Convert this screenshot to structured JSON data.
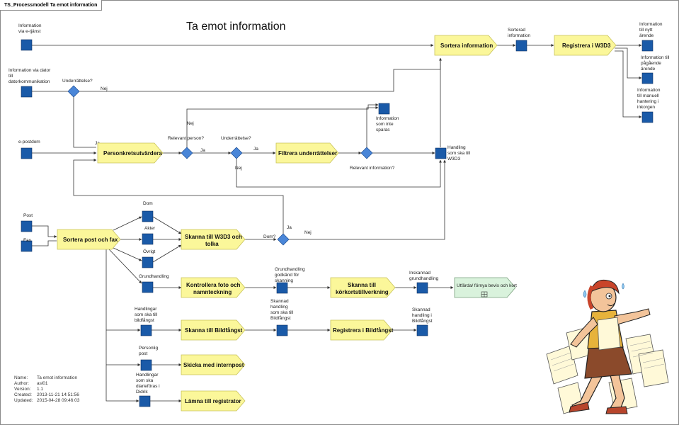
{
  "diagram": {
    "tab_label": "TS_Processmodell Ta emot information",
    "title": "Ta emot information"
  },
  "activities": {
    "sortera_information": "Sortera information",
    "registrera_w3d3": "Registrera i W3D3",
    "personkrets": "Personkretsutvärdera",
    "filtrera": "Filtrera underrättelser",
    "sortera_post": "Sortera post och fax",
    "skanna_w3d3_l1": "Skanna till W3D3 och",
    "skanna_w3d3_l2": "tolka",
    "kontrollera_l1": "Kontrollera foto och",
    "kontrollera_l2": "namnteckning",
    "skanna_korkort_l1": "Skanna till",
    "skanna_korkort_l2": "körkortstillverkning",
    "utfarda": "Utfärda/ förnya bevis och kort",
    "skanna_bildfangst": "Skanna till Bildfångst",
    "registrera_bildfangst": "Registrera i Bildfångst",
    "skicka_internpost": "Skicka med internpost",
    "lamna_registrator": "Lämna till registrator"
  },
  "objects": {
    "info_eTjanst": [
      "Information",
      "via e-tjänst"
    ],
    "info_dator": [
      "Information via dator",
      "till",
      "datorkommunikation"
    ],
    "e_postdom": [
      "e-postdom"
    ],
    "sorterad_info": [
      "Sorterad",
      "information"
    ],
    "info_nytt": [
      "Information",
      "till nytt",
      "ärende"
    ],
    "info_pagaende": [
      "Information till",
      "pågående",
      "ärende"
    ],
    "info_manuell": [
      "Information",
      "till manuell",
      "hantering i",
      "inkorgen"
    ],
    "info_inte_sparas": [
      "Information",
      "som inte",
      "sparas"
    ],
    "handling_w3d3": [
      "Handling",
      "som ska till",
      "W3D3"
    ],
    "post": [
      "Post"
    ],
    "fax": [
      "Fax"
    ],
    "dom": [
      "Dom"
    ],
    "akter": [
      "Akter"
    ],
    "ovrigt": [
      "Övrigt"
    ],
    "grundhandling": [
      "Grundhandling"
    ],
    "grundhandling_godkand": [
      "Grundhandling",
      "godkänd för",
      "skanning"
    ],
    "inskannad": [
      "Inskannad",
      "grundhandling"
    ],
    "handlingar_bildfangst": [
      "Handlingar",
      "som ska till",
      "bildfångst"
    ],
    "skannad_handling": [
      "Skannad",
      "handling",
      "som ska till",
      "Bildfångst"
    ],
    "skannad_handling_i": [
      "Skannad",
      "handling i",
      "Bildfångst"
    ],
    "personlig_post": [
      "Personlig",
      "post"
    ],
    "handlingar_diarieforas": [
      "Handlingar",
      "som ska",
      "diarieföras i",
      "Didrik"
    ]
  },
  "gateways": {
    "underrattelse_1": "Underrättelse?",
    "relevant_person": "Relevant person?",
    "underrattelse_2": "Underrättelse?",
    "relevant_information": "Relevant information?",
    "dom": "Dom?"
  },
  "flow_labels": {
    "nej_1": "Nej",
    "ja_1": "Ja",
    "nej_2": "Nej",
    "ja_2": "Ja",
    "ja_3": "Ja",
    "nej_3": "Nej",
    "ja_4": "Ja",
    "nej_4": "Nej"
  },
  "metadata": {
    "name_label": "Name:",
    "name_value": "Ta emot information",
    "author_label": "Author:",
    "author_value": "asl01",
    "version_label": "Version:",
    "version_value": "1.1",
    "created_label": "Created:",
    "created_value": "2013-11-21 14:51:56",
    "updated_label": "Updated:",
    "updated_value": "2015-04-28 09:46:03"
  },
  "colors": {
    "activity_fill": "#fbf79a",
    "activity_stroke": "#c8c25a",
    "object_fill": "#1a5aa8",
    "gateway_fill": "#4a86d8",
    "line": "#333333",
    "utfarda_fill": "#d9f2dc"
  },
  "icons": {
    "illustration": "running-woman-with-papers-illustration",
    "subprocess": "subprocess-grid-icon"
  }
}
